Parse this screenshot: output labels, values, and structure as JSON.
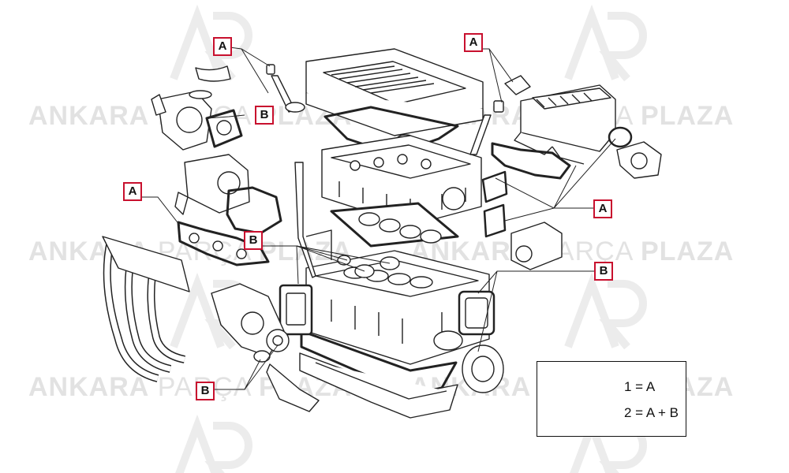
{
  "watermark": {
    "brand_bold_1": "ANKARA",
    "brand_light": "PARÇA",
    "brand_bold_2": "PLAZA",
    "logo_letters": "AP"
  },
  "callouts": {
    "a1": "A",
    "a2": "A",
    "a3": "A",
    "a4": "A",
    "b1": "B",
    "b2": "B",
    "b3": "B",
    "b4": "B"
  },
  "legend": {
    "line1": "1 = A",
    "line2": "2 = A + B",
    "kit_label_1": "1",
    "kit_label_2": "2"
  },
  "colors": {
    "callout_border": "#c8102e",
    "line_art": "#222222",
    "watermark": "#e2e2e2"
  }
}
